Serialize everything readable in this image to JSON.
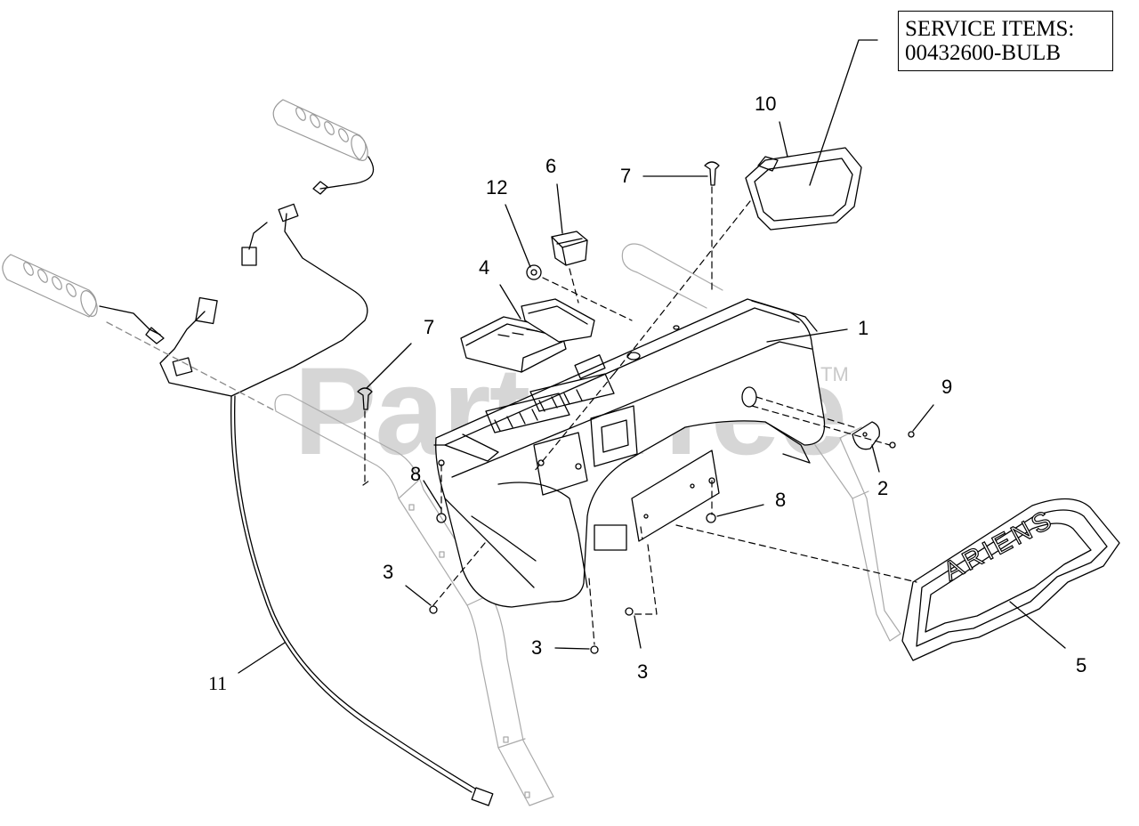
{
  "service_box": {
    "line1": "SERVICE ITEMS:",
    "line2": "00432600-BULB"
  },
  "watermark": {
    "text": "PartsTree",
    "tm": "TM"
  },
  "brand_label": "ARIENS",
  "callouts": [
    {
      "id": "c-1",
      "text": "1"
    },
    {
      "id": "c-2",
      "text": "2"
    },
    {
      "id": "c-3a",
      "text": "3"
    },
    {
      "id": "c-3b",
      "text": "3"
    },
    {
      "id": "c-3c",
      "text": "3"
    },
    {
      "id": "c-4",
      "text": "4"
    },
    {
      "id": "c-5",
      "text": "5"
    },
    {
      "id": "c-6",
      "text": "6"
    },
    {
      "id": "c-7a",
      "text": "7"
    },
    {
      "id": "c-7b",
      "text": "7"
    },
    {
      "id": "c-8a",
      "text": "8"
    },
    {
      "id": "c-8b",
      "text": "8"
    },
    {
      "id": "c-9",
      "text": "9"
    },
    {
      "id": "c-10",
      "text": "10"
    },
    {
      "id": "c-11",
      "text": "11"
    },
    {
      "id": "c-12",
      "text": "12"
    }
  ]
}
